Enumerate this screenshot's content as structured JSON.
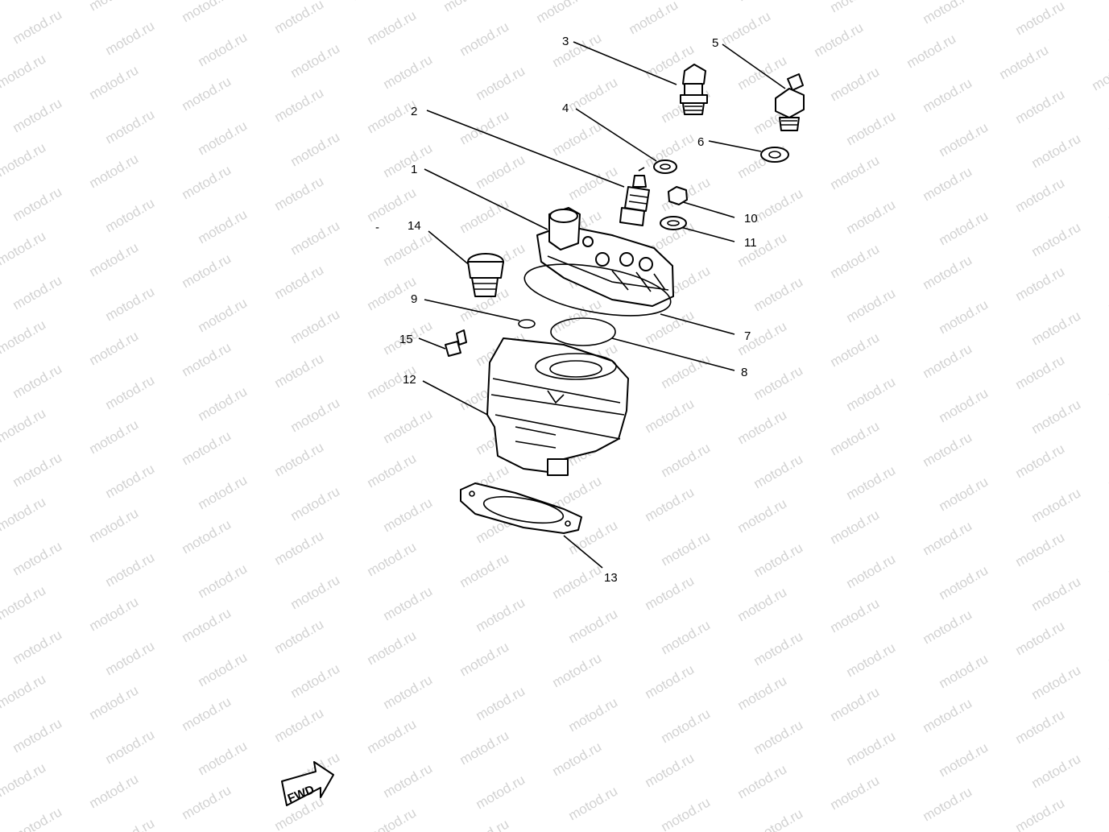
{
  "watermark": {
    "text": "motod.ru"
  },
  "direction_marker": {
    "label": "FWD",
    "icon": "arrow-right-icon"
  },
  "callouts": [
    "1",
    "2",
    "3",
    "4",
    "5",
    "6",
    "7",
    "8",
    "9",
    "10",
    "11",
    "12",
    "13",
    "14",
    "15"
  ],
  "stray_mark": "-",
  "colors": {
    "lines": "#000000",
    "background": "#ffffff",
    "watermark": "#d2d2d2"
  }
}
